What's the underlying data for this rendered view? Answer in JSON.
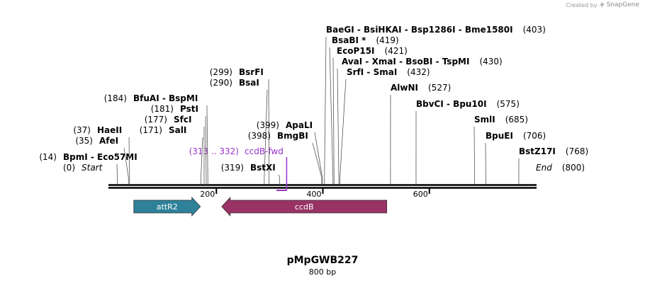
{
  "credit": {
    "prefix": "Created by",
    "brand": "SnapGene",
    "logo_icon": "snapgene-logo-icon"
  },
  "plasmid": {
    "name": "pMpGWB227",
    "size_label": "800 bp",
    "length": 800
  },
  "ruler": {
    "ticks": [
      200,
      400,
      600
    ]
  },
  "colors": {
    "backbone": "#000000",
    "feature_attR2": "#2e8199",
    "feature_ccdB": "#993366",
    "primer": "#9933cc",
    "site_line": "#555555"
  },
  "features": [
    {
      "name": "attR2",
      "start": 45,
      "end": 170,
      "direction": "forward",
      "color": "#2e8199"
    },
    {
      "name": "ccdB",
      "start": 210,
      "end": 520,
      "direction": "reverse",
      "color": "#993366"
    }
  ],
  "primer": {
    "range_label": "(313 .. 332)",
    "name": "ccdB-fwd",
    "start": 313,
    "end": 332
  },
  "sites": [
    {
      "pos": 14,
      "pos_label": "(14)",
      "names": [
        "BpmI",
        "Eco57MI"
      ]
    },
    {
      "pos": 0,
      "pos_label": "(0)",
      "names": [
        "Start"
      ],
      "italic": true
    },
    {
      "pos": 35,
      "pos_label": "(35)",
      "names": [
        "AfeI"
      ]
    },
    {
      "pos": 37,
      "pos_label": "(37)",
      "names": [
        "HaeII"
      ]
    },
    {
      "pos": 171,
      "pos_label": "(171)",
      "names": [
        "SalI"
      ]
    },
    {
      "pos": 177,
      "pos_label": "(177)",
      "names": [
        "SfcI"
      ]
    },
    {
      "pos": 181,
      "pos_label": "(181)",
      "names": [
        "PstI"
      ]
    },
    {
      "pos": 184,
      "pos_label": "(184)",
      "names": [
        "BfuAI",
        "BspMI"
      ]
    },
    {
      "pos": 290,
      "pos_label": "(290)",
      "names": [
        "BsaI"
      ]
    },
    {
      "pos": 299,
      "pos_label": "(299)",
      "names": [
        "BsrFI"
      ]
    },
    {
      "pos": 319,
      "pos_label": "(319)",
      "names": [
        "BstXI"
      ]
    },
    {
      "pos": 398,
      "pos_label": "(398)",
      "names": [
        "BmgBI"
      ]
    },
    {
      "pos": 399,
      "pos_label": "(399)",
      "names": [
        "ApaLI"
      ]
    },
    {
      "pos": 403,
      "pos_label": "(403)",
      "names": [
        "BaeGI",
        "BsiHKAI",
        "Bsp1286I",
        "Bme1580I"
      ]
    },
    {
      "pos": 419,
      "pos_label": "(419)",
      "names": [
        "BsaBI *"
      ]
    },
    {
      "pos": 421,
      "pos_label": "(421)",
      "names": [
        "EcoP15I"
      ]
    },
    {
      "pos": 430,
      "pos_label": "(430)",
      "names": [
        "AvaI",
        "XmaI",
        "BsoBI",
        "TspMI"
      ]
    },
    {
      "pos": 432,
      "pos_label": "(432)",
      "names": [
        "SrfI",
        "SmaI"
      ]
    },
    {
      "pos": 527,
      "pos_label": "(527)",
      "names": [
        "AlwNI"
      ]
    },
    {
      "pos": 575,
      "pos_label": "(575)",
      "names": [
        "BbvCI",
        "Bpu10I"
      ]
    },
    {
      "pos": 685,
      "pos_label": "(685)",
      "names": [
        "SmlI"
      ]
    },
    {
      "pos": 706,
      "pos_label": "(706)",
      "names": [
        "BpuEI"
      ]
    },
    {
      "pos": 768,
      "pos_label": "(768)",
      "names": [
        "BstZ17I"
      ]
    },
    {
      "pos": 800,
      "pos_label": "(800)",
      "names": [
        "End"
      ],
      "italic": true
    }
  ]
}
